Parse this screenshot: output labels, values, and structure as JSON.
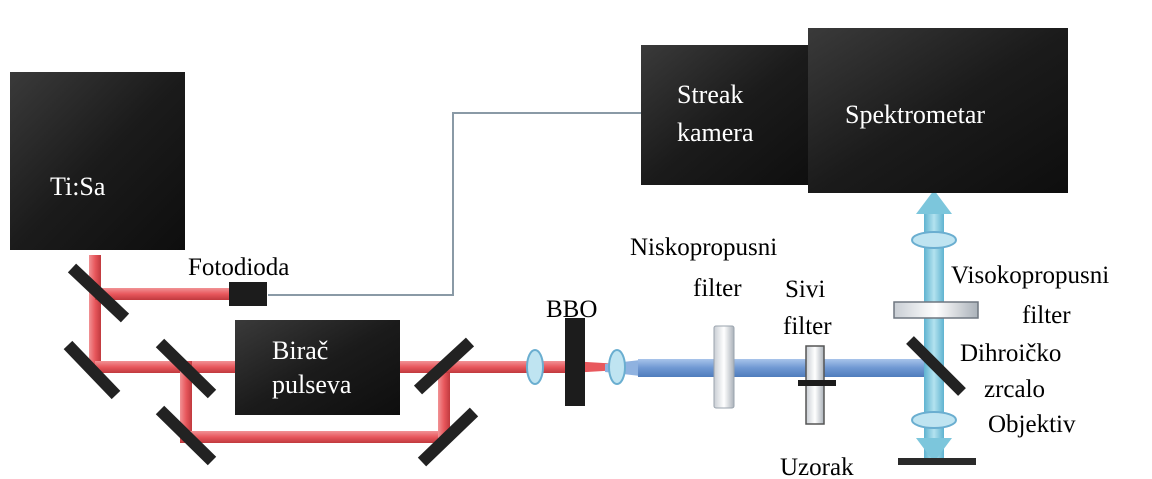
{
  "colors": {
    "box": "#1b1b1b",
    "red_beam": "#e8585d",
    "red_beam_dark": "#c0393e",
    "blue_beam": "#7aa4d8",
    "cyan_beam": "#8ecfe2",
    "mirror": "#222222",
    "cable": "#8a9aa6"
  },
  "components": {
    "laser": "Ti:Sa",
    "photodiode": "Fotodioda",
    "pulse_picker": [
      "Birač",
      "pulseva"
    ],
    "bbo": "BBO",
    "lowpass_filter": [
      "Niskopropusni",
      "filter"
    ],
    "gray_filter": [
      "Sivi",
      "filter"
    ],
    "sample": "Uzorak",
    "streak_camera": [
      "Streak",
      "kamera"
    ],
    "spectrometer": "Spektrometar",
    "highpass_filter": [
      "Visokopropusni",
      "filter"
    ],
    "dichroic_mirror": [
      "Dihroičko",
      "zrcalo"
    ],
    "objective": "Objektiv"
  }
}
